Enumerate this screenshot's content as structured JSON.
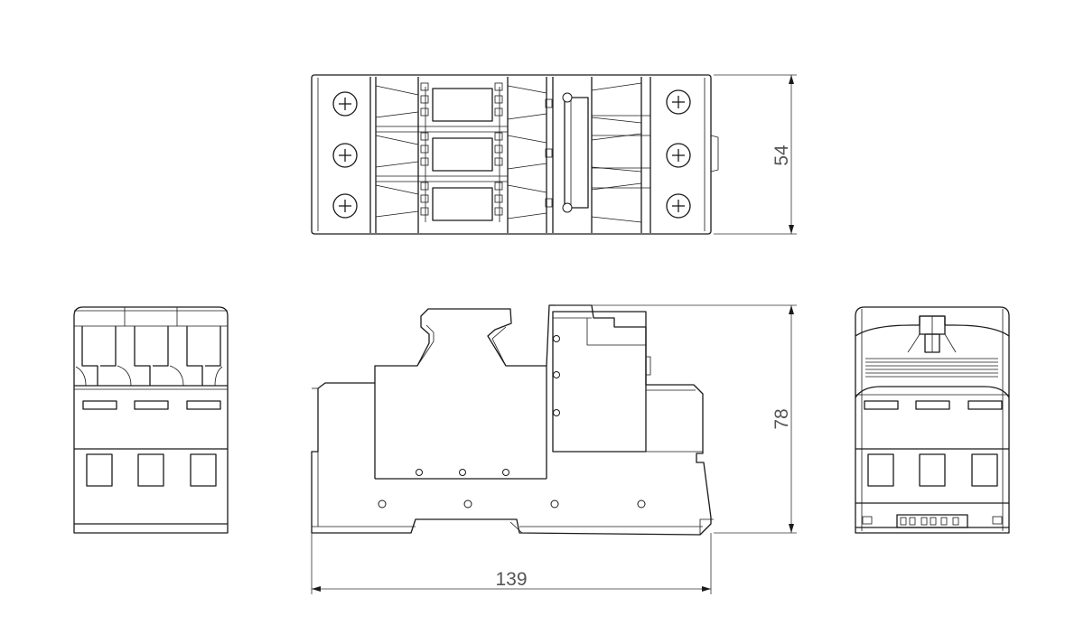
{
  "dimensions": {
    "height_top_view": "54",
    "height_side_view": "78",
    "width_side_view": "139"
  }
}
